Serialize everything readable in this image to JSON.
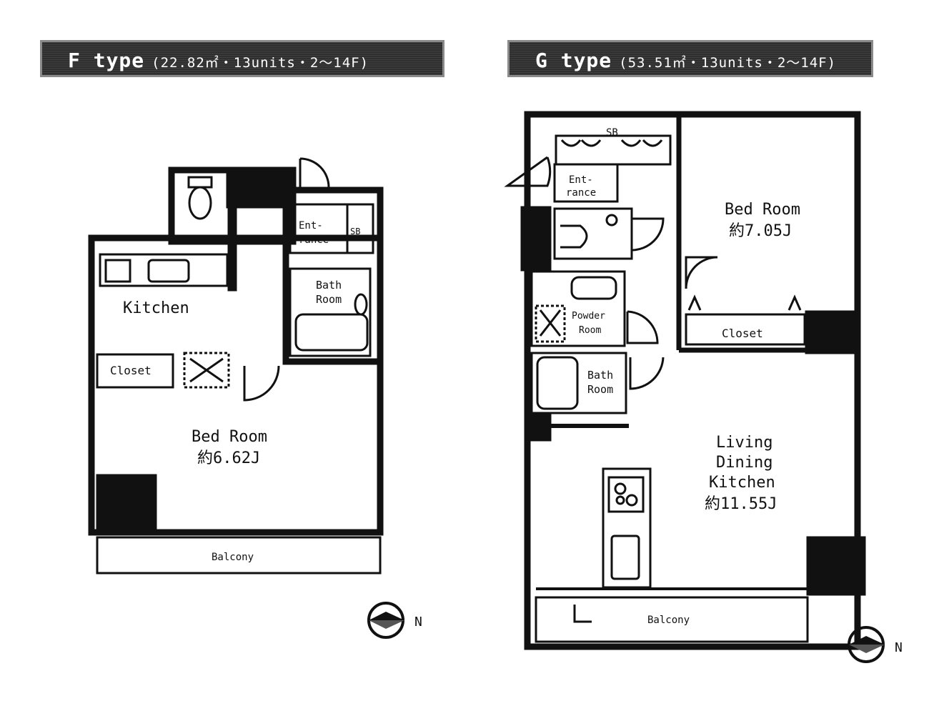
{
  "f_plan": {
    "title": "F type",
    "spec": "(22.82㎡・13units・2～14F)",
    "rooms": {
      "entrance_l1": "Ent-",
      "entrance_l2": "rance",
      "sb": "SB",
      "bath_l1": "Bath",
      "bath_l2": "Room",
      "kitchen": "Kitchen",
      "closet": "Closet",
      "bedroom": "Bed Room",
      "bedroom_area": "約6.62J",
      "balcony": "Balcony"
    },
    "compass": "N"
  },
  "g_plan": {
    "title": "G type",
    "spec": "(53.51㎡・13units・2～14F)",
    "rooms": {
      "sb": "SB",
      "entrance_l1": "Ent-",
      "entrance_l2": "rance",
      "bedroom": "Bed Room",
      "bedroom_area": "約7.05J",
      "powder_l1": "Powder",
      "powder_l2": "Room",
      "closet": "Closet",
      "bath_l1": "Bath",
      "bath_l2": "Room",
      "ldk_l1": "Living",
      "ldk_l2": "Dining",
      "ldk_l3": "Kitchen",
      "ldk_area": "約11.55J",
      "balcony": "Balcony"
    },
    "compass": "N"
  },
  "colors": {
    "wall": "#111111",
    "banner_bg": "#2f2f2f",
    "banner_text": "#ffffff"
  }
}
